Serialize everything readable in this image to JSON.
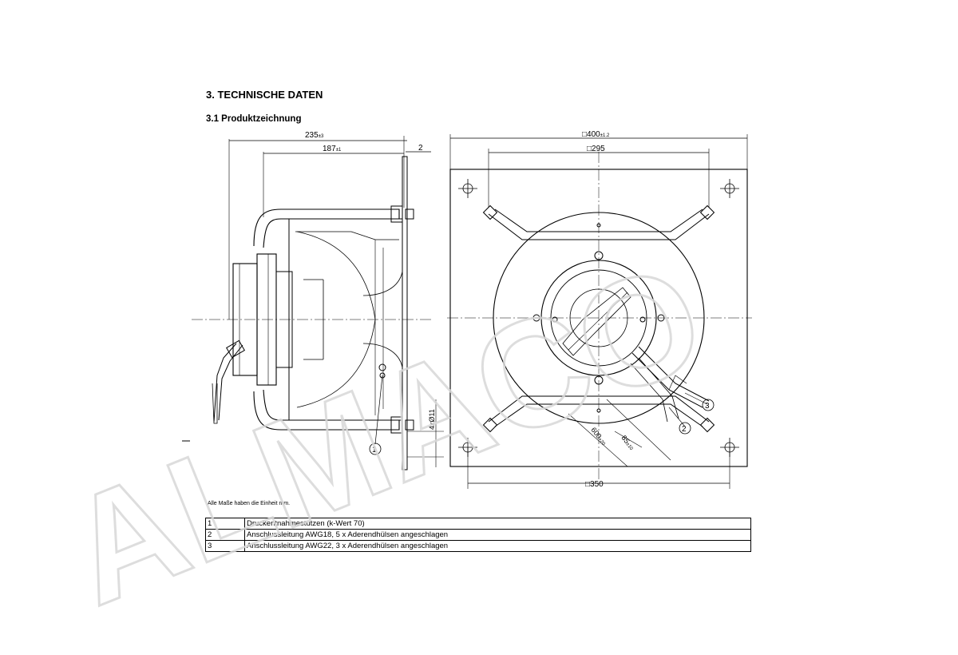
{
  "document": {
    "section_title": "3. TECHNISCHE DATEN",
    "subsection_title": "3.1 Produktzeichnung",
    "units_note": "Alle Maße haben die Einheit mm.",
    "watermark_text": "ALMACO"
  },
  "drawing": {
    "side_view": {
      "dim_overall_main": "235",
      "dim_overall_tol": "±3",
      "dim_inner_main": "187",
      "dim_inner_tol": "±1",
      "dim_flange": "2",
      "dim_holes": "4xØ11"
    },
    "front_view": {
      "dim_plate_main": "□400",
      "dim_plate_tol": "±1.2",
      "dim_hole_pitch_top": "□295",
      "dim_hole_pitch_bottom": "□350",
      "dim_cable_main": "600",
      "dim_cable_tol": "+20",
      "dim_strip_main": "85",
      "dim_strip_tol": "±10"
    },
    "callouts": [
      "1",
      "2",
      "3"
    ]
  },
  "legend": {
    "rows": [
      {
        "num": "1",
        "text": "Druckentnahmestutzen (k-Wert 70)"
      },
      {
        "num": "2",
        "text": "Anschlussleitung AWG18, 5 x Aderendhülsen angeschlagen"
      },
      {
        "num": "3",
        "text": "Anschlussleitung AWG22, 3 x Aderendhülsen angeschlagen"
      }
    ]
  }
}
